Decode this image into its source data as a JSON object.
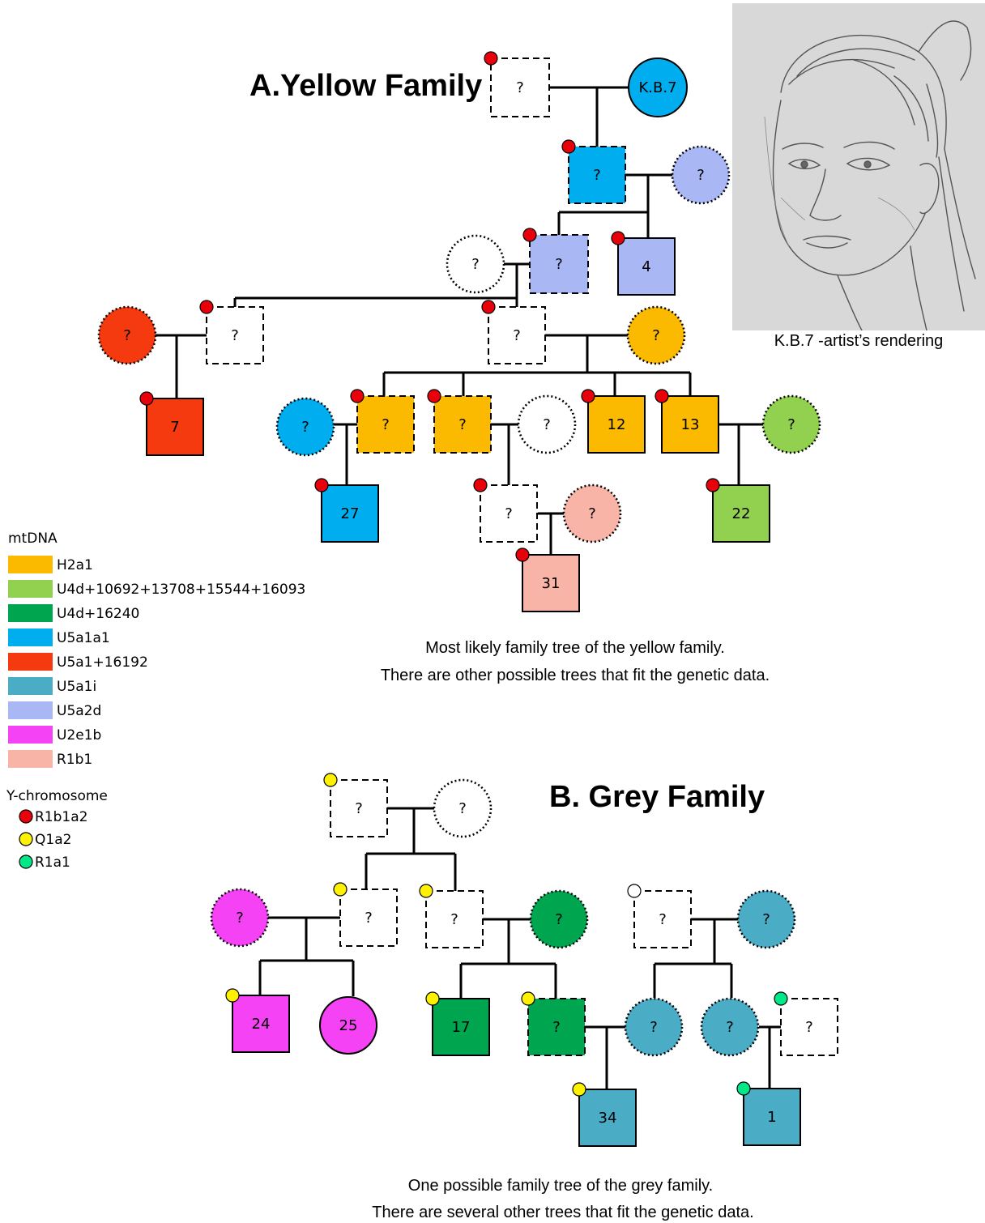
{
  "yellow": {
    "title": "A.Yellow Family",
    "caption_line1": "Most likely family tree of the yellow family.",
    "caption_line2": "There are other possible trees that fit the genetic data.",
    "portrait_caption": "K.B.7 -artist’s rendering",
    "nodes": [
      {
        "id": "y1",
        "label": "?"
      },
      {
        "id": "y2",
        "label": "K.B.7"
      },
      {
        "id": "y3",
        "label": "?"
      },
      {
        "id": "y4",
        "label": "?"
      },
      {
        "id": "y5",
        "label": "?"
      },
      {
        "id": "y6",
        "label": "?"
      },
      {
        "id": "y7",
        "label": "4"
      },
      {
        "id": "y8",
        "label": "?"
      },
      {
        "id": "y9",
        "label": "?"
      },
      {
        "id": "y10",
        "label": "?"
      },
      {
        "id": "y11",
        "label": "?"
      },
      {
        "id": "y12",
        "label": "7"
      },
      {
        "id": "y13",
        "label": "?"
      },
      {
        "id": "y14",
        "label": "?"
      },
      {
        "id": "y15",
        "label": "?"
      },
      {
        "id": "y16",
        "label": "?"
      },
      {
        "id": "y17",
        "label": "12"
      },
      {
        "id": "y18",
        "label": "13"
      },
      {
        "id": "y19",
        "label": "?"
      },
      {
        "id": "y20",
        "label": "27"
      },
      {
        "id": "y21",
        "label": "?"
      },
      {
        "id": "y22",
        "label": "?"
      },
      {
        "id": "y23",
        "label": "22"
      },
      {
        "id": "y24",
        "label": "31"
      }
    ]
  },
  "grey": {
    "title": "B. Grey Family",
    "caption_line1": "One possible family tree of the grey family.",
    "caption_line2": "There are several other trees that fit the genetic data.",
    "nodes": [
      {
        "id": "g1",
        "label": "?"
      },
      {
        "id": "g2",
        "label": "?"
      },
      {
        "id": "g3",
        "label": "?"
      },
      {
        "id": "g4",
        "label": "?"
      },
      {
        "id": "g5",
        "label": "?"
      },
      {
        "id": "g6",
        "label": "?"
      },
      {
        "id": "g7",
        "label": "?"
      },
      {
        "id": "g8",
        "label": "?"
      },
      {
        "id": "g9",
        "label": "24"
      },
      {
        "id": "g10",
        "label": "25"
      },
      {
        "id": "g11",
        "label": "17"
      },
      {
        "id": "g12",
        "label": "?"
      },
      {
        "id": "g13",
        "label": "?"
      },
      {
        "id": "g14",
        "label": "?"
      },
      {
        "id": "g15",
        "label": "?"
      },
      {
        "id": "g16",
        "label": "34"
      },
      {
        "id": "g17",
        "label": "1"
      }
    ]
  },
  "legend": {
    "mtdna_title": "mtDNA",
    "mtdna": [
      {
        "label": "H2a1",
        "color": "#FBBA00"
      },
      {
        "label": "U4d+10692+13708+15544+16093",
        "color": "#92D050"
      },
      {
        "label": "U4d+16240",
        "color": "#00A550"
      },
      {
        "label": "U5a1a1",
        "color": "#00AEEF"
      },
      {
        "label": "U5a1+16192",
        "color": "#F53A10"
      },
      {
        "label": "U5a1i",
        "color": "#4BACC6"
      },
      {
        "label": "U5a2d",
        "color": "#A9B8F5"
      },
      {
        "label": "U2e1b",
        "color": "#F542F5"
      },
      {
        "label": "R1b1",
        "color": "#F8B4A6"
      }
    ],
    "y_title": "Y-chromosome",
    "y": [
      {
        "label": "R1b1a2",
        "color": "#E8000B"
      },
      {
        "label": "Q1a2",
        "color": "#FFF200"
      },
      {
        "label": "R1a1",
        "color": "#00E887"
      }
    ]
  }
}
